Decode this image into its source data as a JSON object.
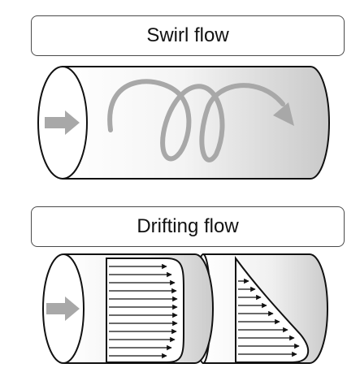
{
  "panels": [
    {
      "id": "swirl",
      "title": "Swirl flow"
    },
    {
      "id": "drift",
      "title": "Drifting flow"
    }
  ],
  "colors": {
    "outline": "#111111",
    "box_border": "#4a4a4a",
    "arrow_gray": "#a8a8a8",
    "pipe_shade": "#cfcfcf"
  }
}
